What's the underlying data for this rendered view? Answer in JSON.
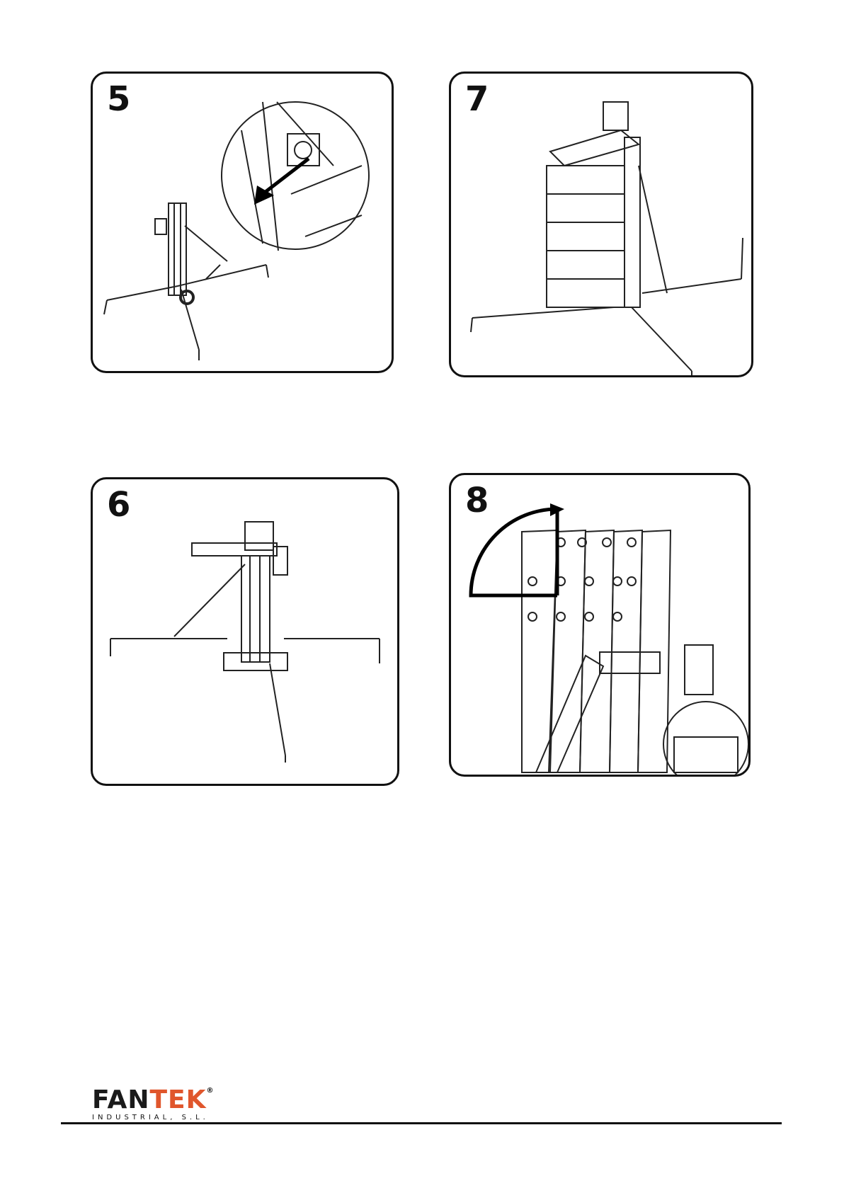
{
  "panels": [
    {
      "step": "5"
    },
    {
      "step": "7"
    },
    {
      "step": "6"
    },
    {
      "step": "8"
    }
  ],
  "logo": {
    "brand_part1": "FAN",
    "brand_part2": "TEK",
    "registered": "®",
    "subtitle": "INDUSTRIAL, S.L.",
    "accent_color": "#e0562c"
  }
}
